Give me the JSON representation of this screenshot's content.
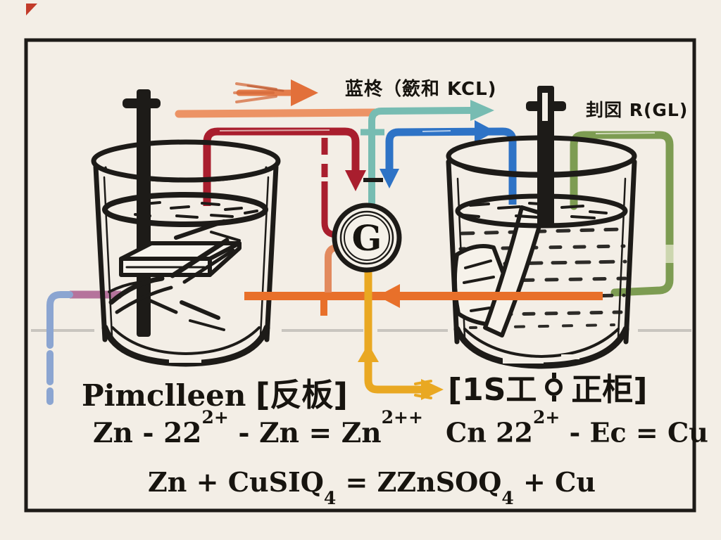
{
  "labels": {
    "salt_bridge": "蓝柊（籨和 KCL)",
    "right_wire": "刲㘝 R(GL)",
    "galvanometer": "G",
    "left_electrode_latin": "Pimclleen",
    "left_electrode_cjk": "[反板]",
    "left_eq_p1": "Zn - 22",
    "left_eq_s1": "2+",
    "left_eq_p2": " - Zn = Zn",
    "left_eq_s2": "2++",
    "right_electrode_p1": "[1S工",
    "right_electrode_p2": "正柜]",
    "right_eq_p1": "Cn 22",
    "right_eq_s1": "2+",
    "right_eq_p2": " - Ec = Cu",
    "bottom_eq_p1": "Zn + CuSIQ",
    "bottom_eq_sub1": "4",
    "bottom_eq_p2": " = ZZnSOQ",
    "bottom_eq_sub2": "4",
    "bottom_eq_p3": " + Cu"
  },
  "colors": {
    "ink": "#1d1b18",
    "crimson": "#a91e2e",
    "salmon": "#e28a5e",
    "peach": "#ec9365",
    "teal": "#77bcb2",
    "blue": "#2e73c6",
    "green": "#7d9c52",
    "green_light": "#ccd6af",
    "orange": "#e8702a",
    "orange_sketch": "#e2703a",
    "yellow": "#e9a822",
    "pink": "#b5739c",
    "periwinkle": "#8ba5d1",
    "gray_line": "#c8c5bf",
    "red_mark": "#c23b2a"
  }
}
